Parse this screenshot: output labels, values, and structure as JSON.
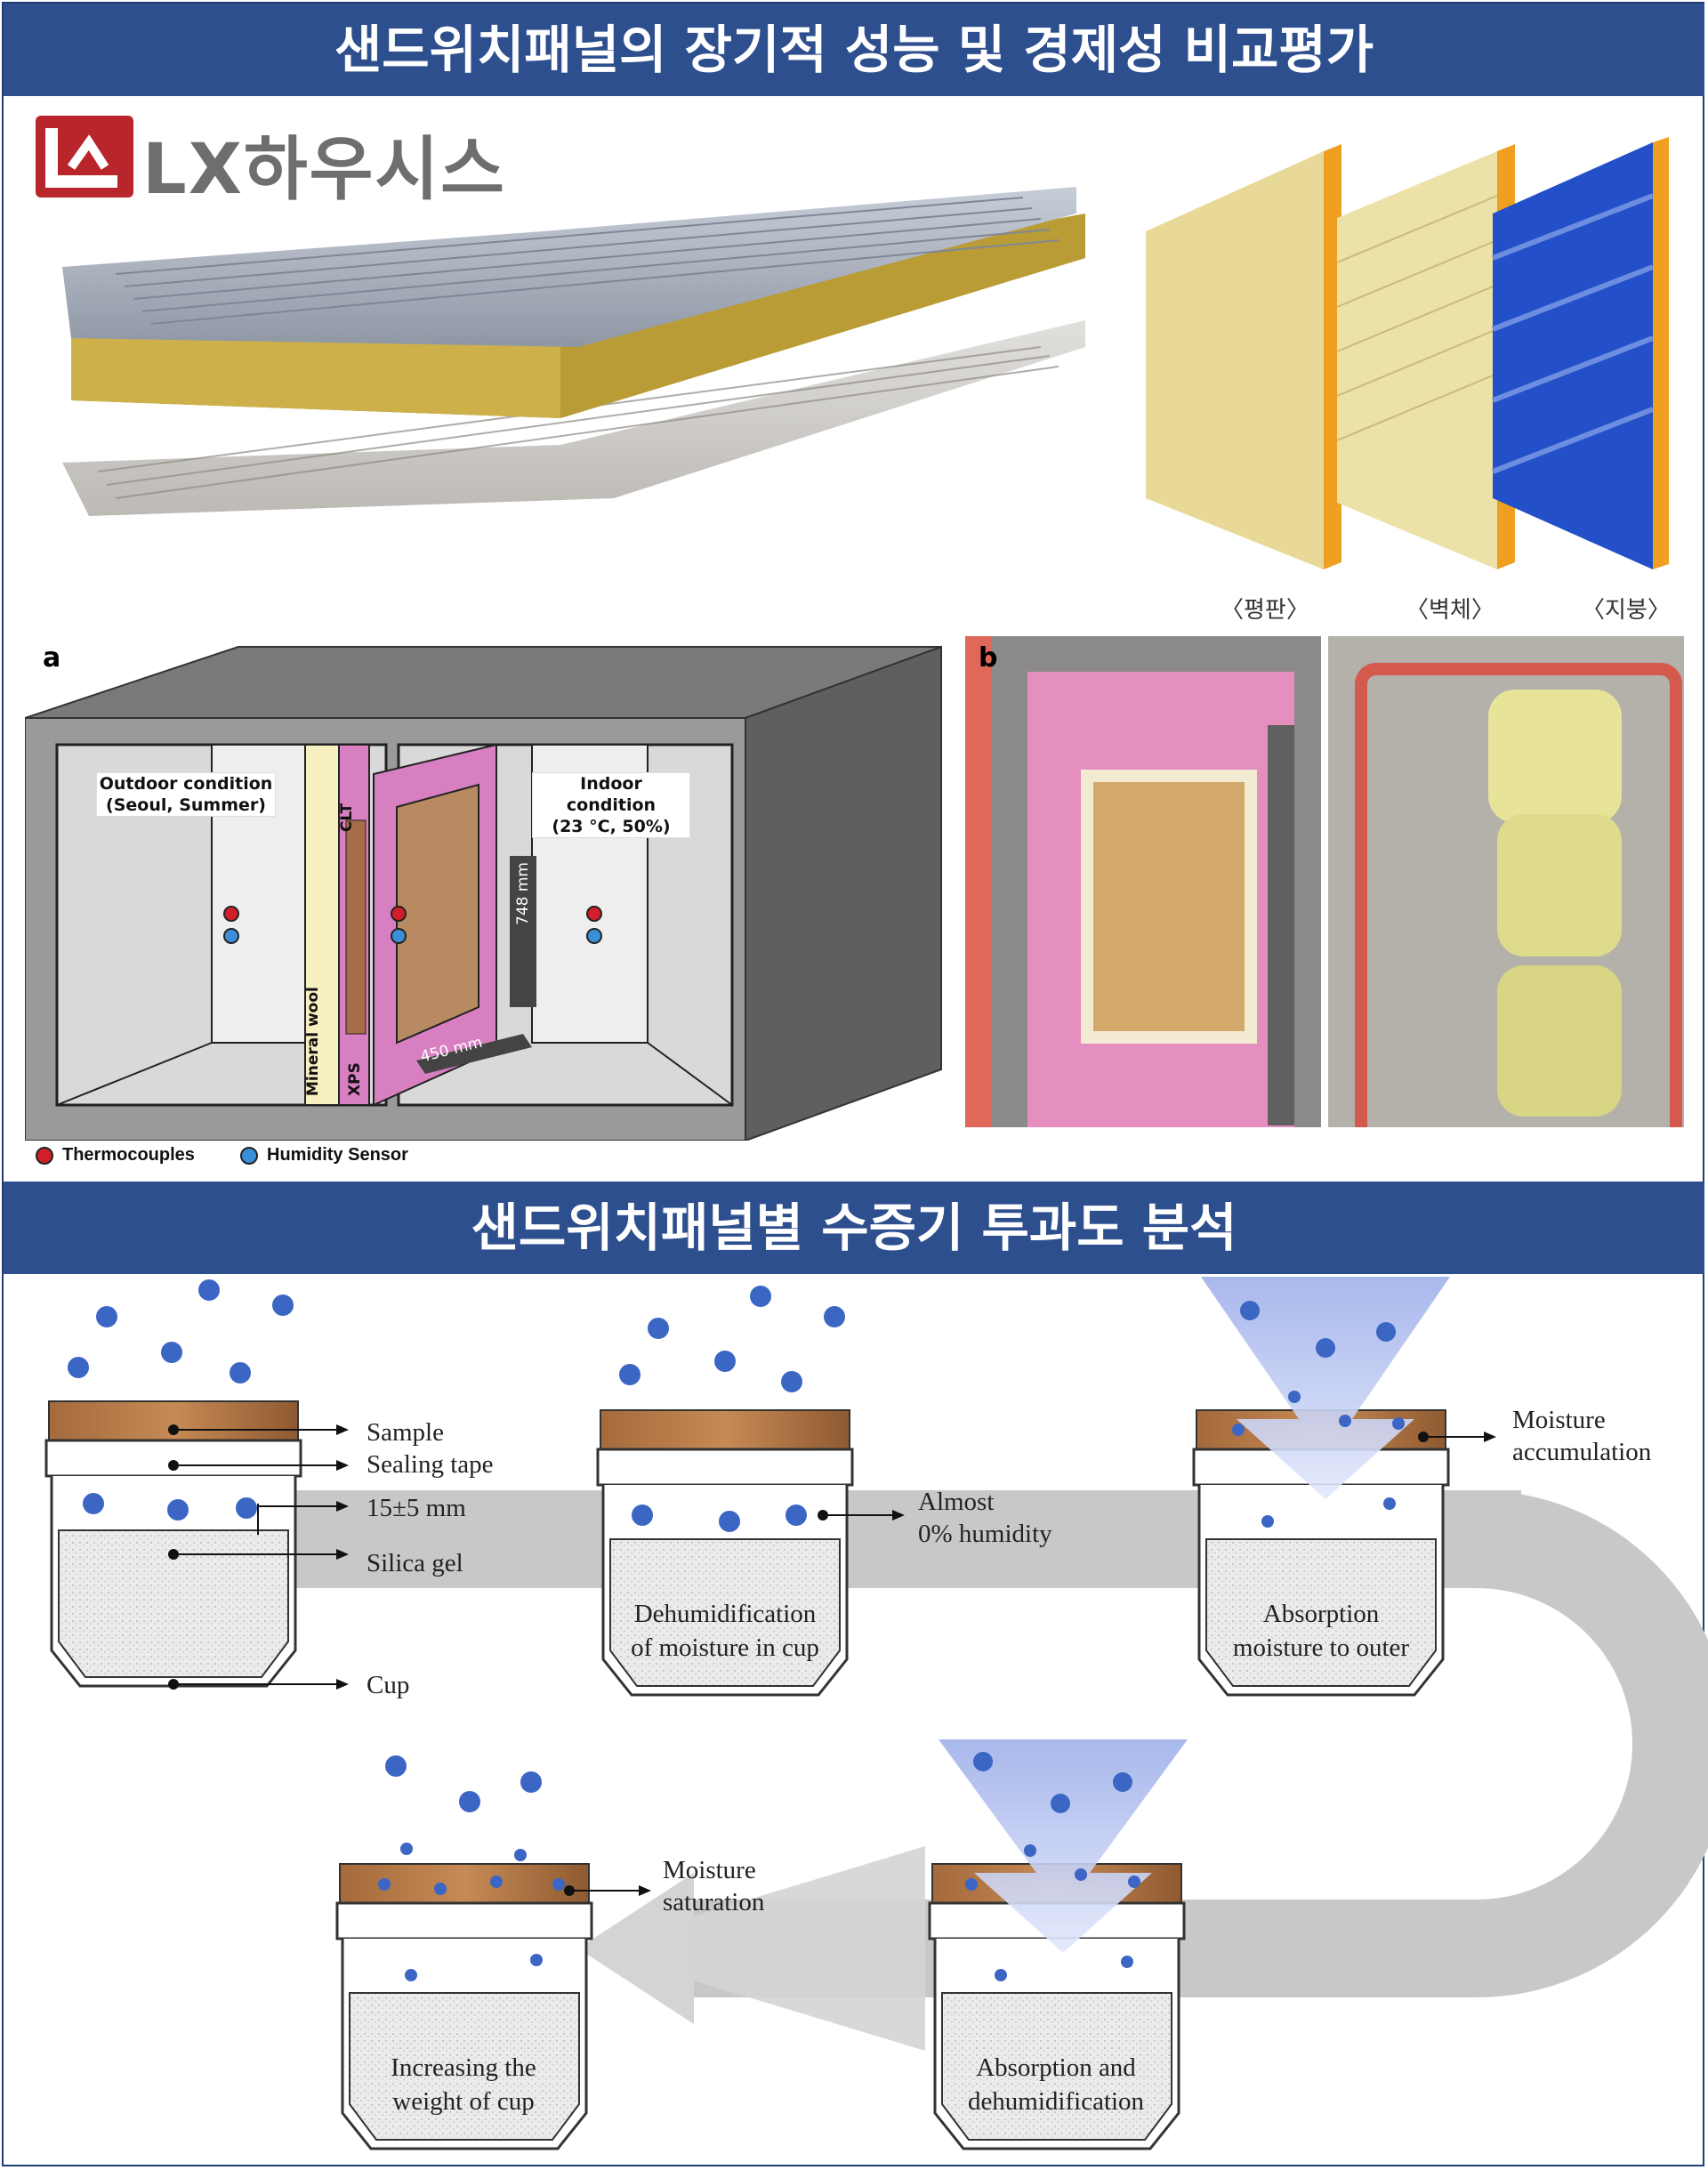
{
  "header": {
    "title": "샌드위치패널의 장기적 성능 및 경제성 비교평가"
  },
  "logo": {
    "brand": "LX하우시스"
  },
  "panel_types": [
    {
      "label": "〈평판〉"
    },
    {
      "label": "〈벽체〉"
    },
    {
      "label": "〈지붕〉"
    }
  ],
  "figure_a": {
    "letter": "a",
    "outdoor_condition": "Outdoor condition",
    "outdoor_sub": "(Seoul, Summer)",
    "indoor_condition": "Indoor condition",
    "indoor_sub": "(23 °C, 50%)",
    "clt": "CLT",
    "mineral_wool": "Mineral wool",
    "xps": "XPS",
    "dim_height": "748 mm",
    "dim_width": "450 mm",
    "legend": {
      "thermocouples": "Thermocouples",
      "humidity": "Humidity Sensor"
    }
  },
  "figure_b": {
    "letter": "b"
  },
  "section2": {
    "title": "샌드위치패널별 수증기 투과도 분석"
  },
  "cup_diagram": {
    "labels": {
      "sample": "Sample",
      "sealing_tape": "Sealing tape",
      "gap": "15±5 mm",
      "silica_gel": "Silica gel",
      "cup": "Cup"
    },
    "almost_line1": "Almost",
    "almost_line2": "0% humidity",
    "moisture_accum_1": "Moisture",
    "moisture_accum_2": "accumulation",
    "moisture_sat_1": "Moisture",
    "moisture_sat_2": "saturation",
    "stage2_1": "Dehumidification",
    "stage2_2": "of moisture in cup",
    "stage3_1": "Absorption",
    "stage3_2": "moisture to outer",
    "stage4_1": "Absorption and",
    "stage4_2": "dehumidification",
    "stage5_1": "Increasing the",
    "stage5_2": "weight of cup"
  },
  "colors": {
    "banner": "#2d4f8e",
    "logo_red": "#b8262b",
    "xps_pink": "#d77fc0",
    "water_blue": "#3b66c4",
    "thermo_red": "#d11f2a"
  }
}
